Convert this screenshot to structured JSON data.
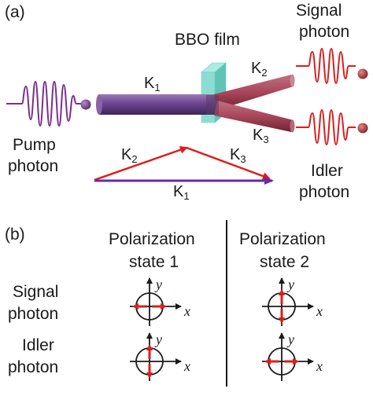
{
  "panel_a": {
    "label": "(a)",
    "film_label": "BBO film",
    "pump_label_line1": "Pump",
    "pump_label_line2": "photon",
    "signal_label_line1": "Signal",
    "signal_label_line2": "photon",
    "idler_label_line1": "Idler",
    "idler_label_line2": "photon",
    "beam_labels": {
      "k1": "K",
      "k1_sub": "1",
      "k2": "K",
      "k2_sub": "2",
      "k3": "K",
      "k3_sub": "3"
    },
    "vector_labels": {
      "k2": "K",
      "k2_sub": "2",
      "k3": "K",
      "k3_sub": "3",
      "k1": "K",
      "k1_sub": "1"
    }
  },
  "panel_b": {
    "label": "(b)",
    "col1_line1": "Polarization",
    "col1_line2": "state 1",
    "col2_line1": "Polarization",
    "col2_line2": "state 2",
    "row1_line1": "Signal",
    "row1_line2": "photon",
    "row2_line1": "Idler",
    "row2_line2": "photon",
    "axis_x": "x",
    "axis_y": "y"
  },
  "colors": {
    "pump": "#7b2d8e",
    "signal": "#d42020",
    "beam_pump": "#6f4a8c",
    "beam_out": "#a8465a",
    "film": "#7fd8cc",
    "k_arrow": "#e01b1b",
    "k1_arrow": "#6a2aa0"
  }
}
